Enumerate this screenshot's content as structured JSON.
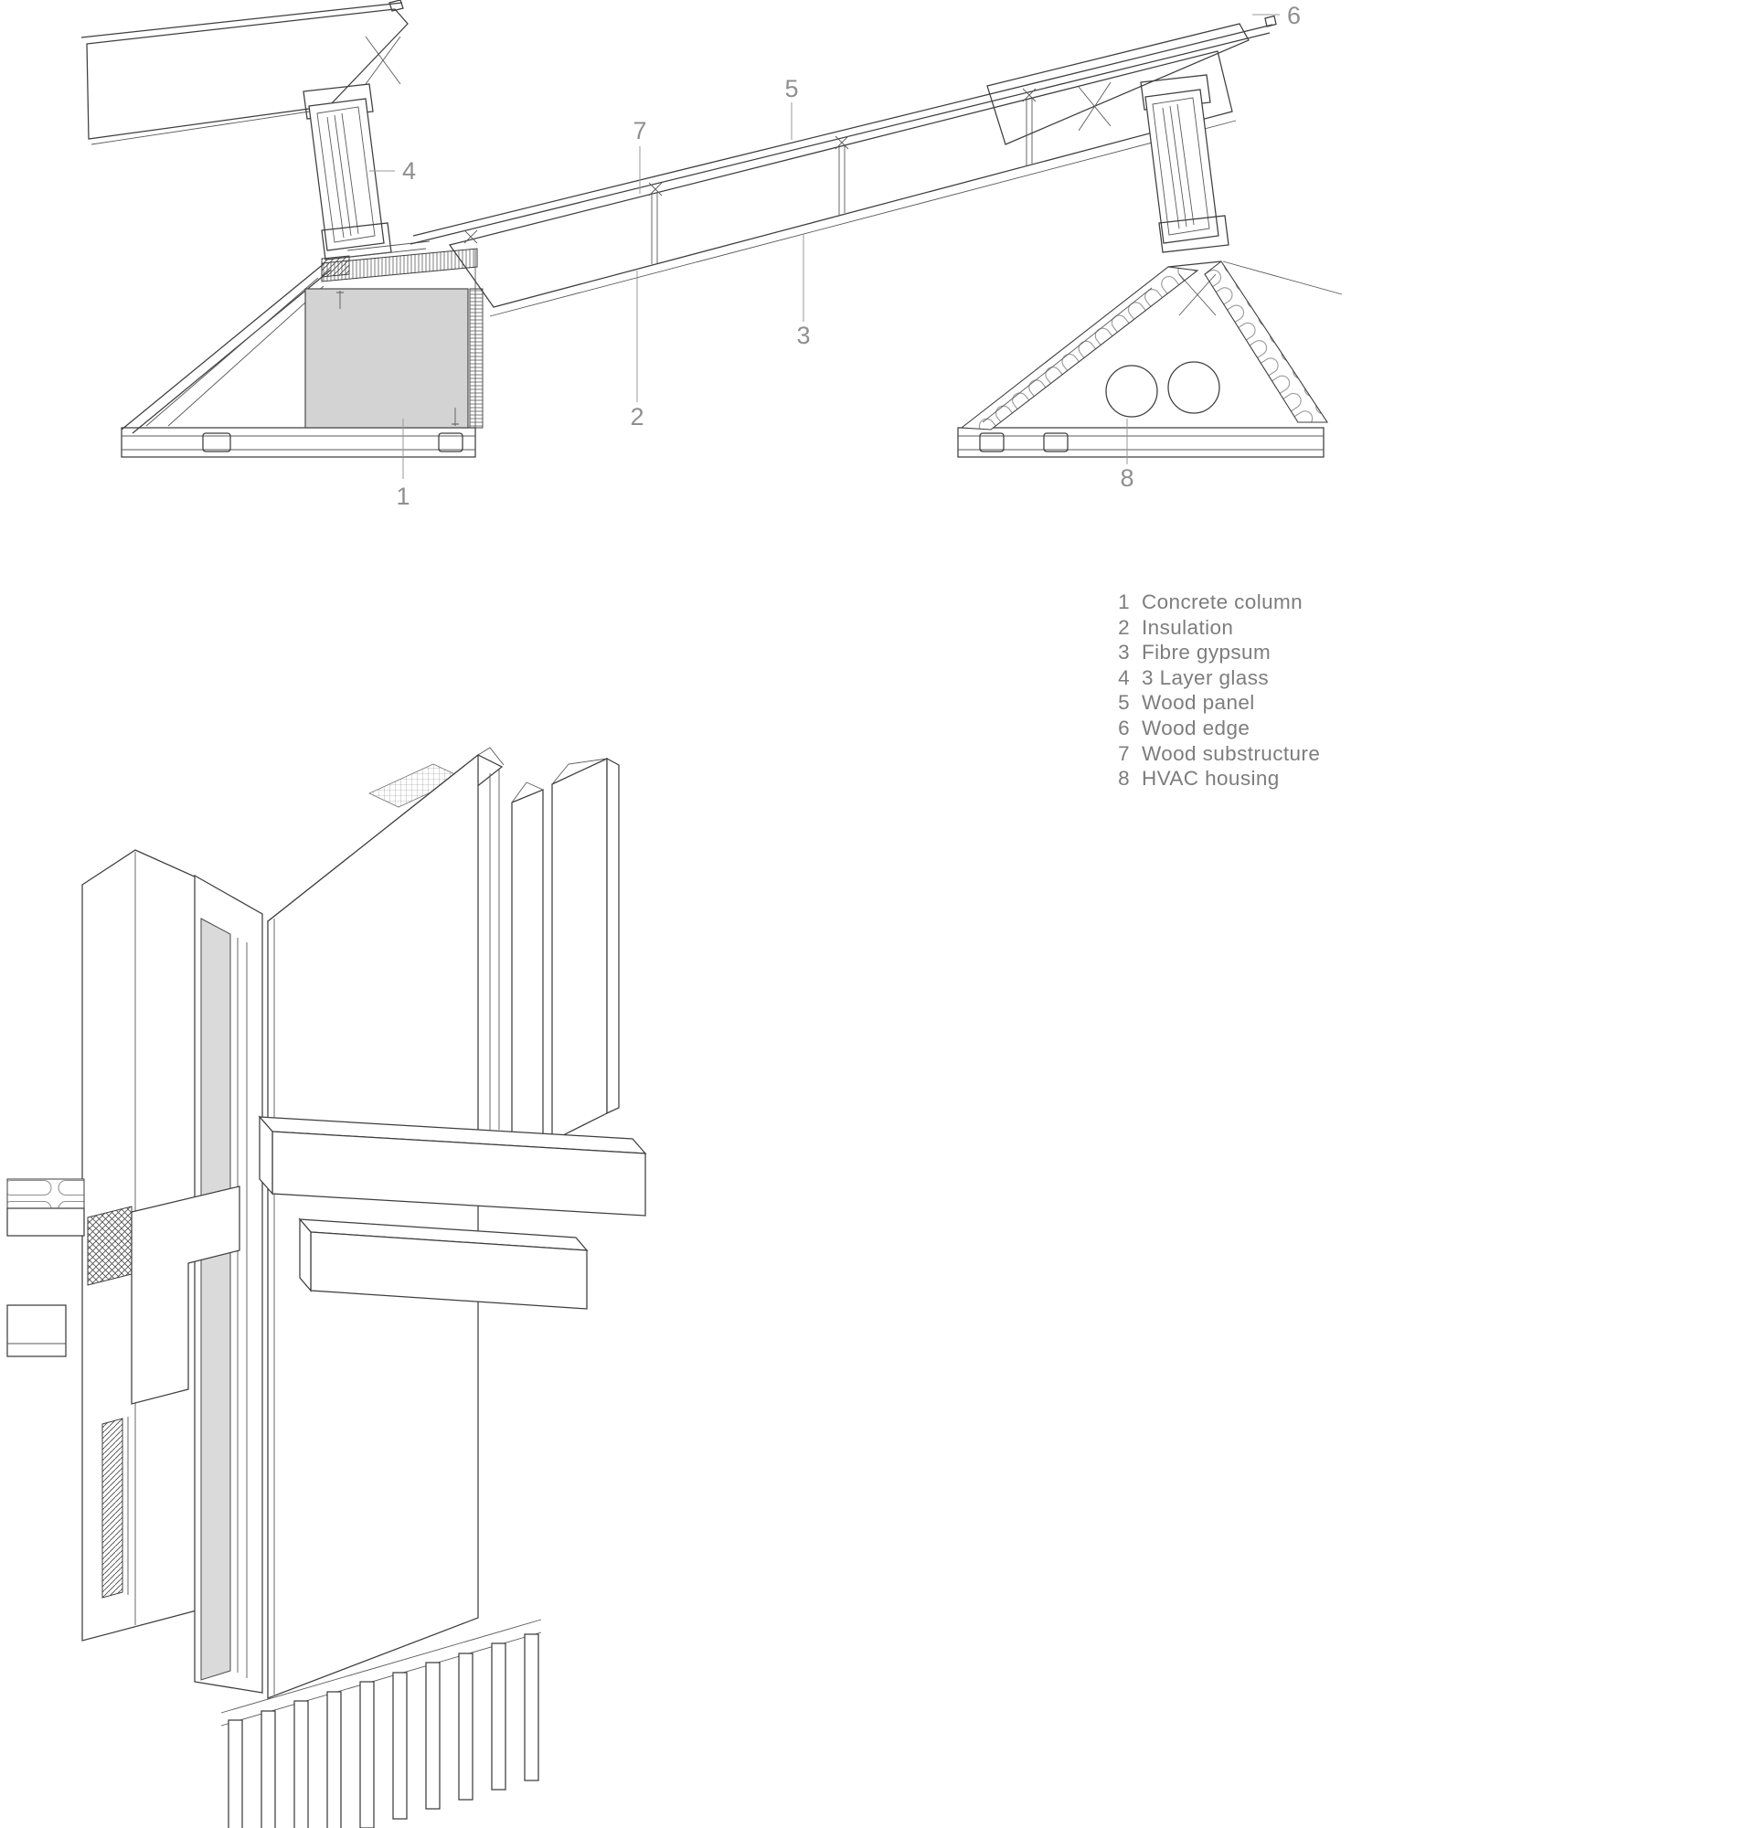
{
  "figure": {
    "background": "#ffffff",
    "line_color": "#3e3e3e",
    "callout_color": "#8f8f8f",
    "legend_color": "#7d7d7d",
    "concrete_fill": "#d3d3d3",
    "glass_fill": "#dadada"
  },
  "legend": {
    "items": [
      {
        "num": "1",
        "label": "Concrete column"
      },
      {
        "num": "2",
        "label": "Insulation"
      },
      {
        "num": "3",
        "label": "Fibre gypsum"
      },
      {
        "num": "4",
        "label": "3 Layer glass"
      },
      {
        "num": "5",
        "label": "Wood panel"
      },
      {
        "num": "6",
        "label": "Wood edge"
      },
      {
        "num": "7",
        "label": "Wood substructure"
      },
      {
        "num": "8",
        "label": "HVAC housing"
      }
    ]
  },
  "callouts": [
    {
      "num": "1",
      "target": "concrete-column"
    },
    {
      "num": "2",
      "target": "insulation"
    },
    {
      "num": "3",
      "target": "fibre-gypsum"
    },
    {
      "num": "4",
      "target": "3-layer-glass"
    },
    {
      "num": "5",
      "target": "wood-panel"
    },
    {
      "num": "6",
      "target": "wood-edge"
    },
    {
      "num": "7",
      "target": "wood-substructure"
    },
    {
      "num": "8",
      "target": "hvac-housing"
    }
  ]
}
